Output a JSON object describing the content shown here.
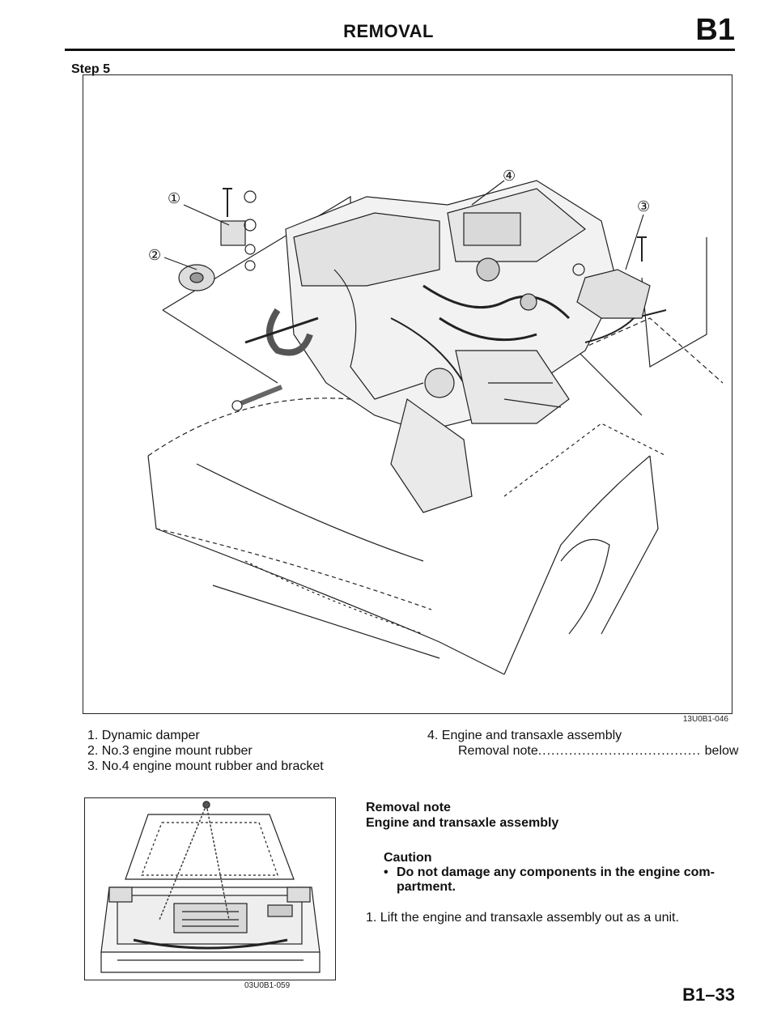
{
  "header": {
    "title": "REMOVAL",
    "section_code": "B1"
  },
  "step_label": "Step 5",
  "figure_main": {
    "code": "13U0B1-046",
    "callouts": [
      "①",
      "②",
      "③",
      "④"
    ]
  },
  "legend": {
    "items": [
      "1. Dynamic damper",
      "2. No.3 engine mount rubber",
      "3. No.4 engine mount rubber and bracket",
      "4. Engine and transaxle assembly"
    ],
    "item4_sub_label": "Removal note",
    "item4_sub_leader": ".....................................",
    "item4_sub_ref": "below"
  },
  "figure_lift": {
    "code": "03U0B1-059"
  },
  "removal_note": {
    "heading": "Removal note",
    "subheading": "Engine and transaxle assembly",
    "caution_label": "Caution",
    "caution_bullet": "•",
    "caution_line1": "Do not damage any components in the engine com-",
    "caution_line2": "partment.",
    "step1": "1. Lift the engine and transaxle assembly out as a unit."
  },
  "page_number": "B1–33"
}
